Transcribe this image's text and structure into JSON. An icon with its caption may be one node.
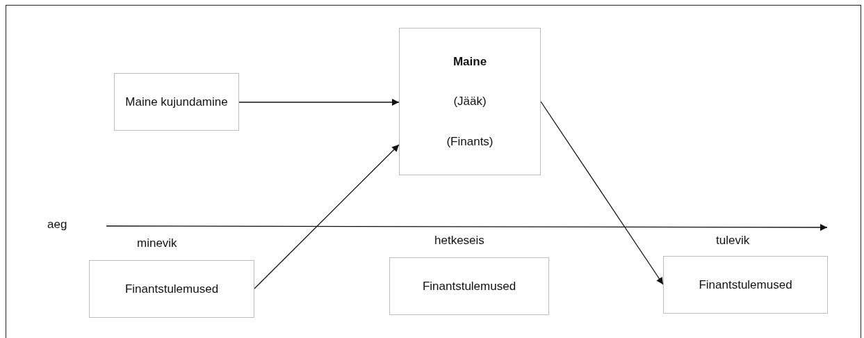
{
  "diagram": {
    "nodes": [
      {
        "text": [
          "Maine kujundamine"
        ]
      },
      {
        "text": [
          "Maine",
          "(Jääk)",
          "(Finants)"
        ]
      },
      {
        "text": [
          "Finantstulemused"
        ]
      },
      {
        "text": [
          "Finantstulemused"
        ]
      },
      {
        "text": [
          "Finantstulemused"
        ]
      }
    ],
    "edges": [
      {
        "from": 0,
        "to": 1,
        "arrow": "to"
      },
      {
        "from": 2,
        "to": 1,
        "arrow": "to"
      },
      {
        "from": 1,
        "to": 4,
        "arrow": "to"
      }
    ],
    "labels": [
      "aeg",
      "minevik",
      "hetkeseis",
      "tulevik"
    ]
  }
}
